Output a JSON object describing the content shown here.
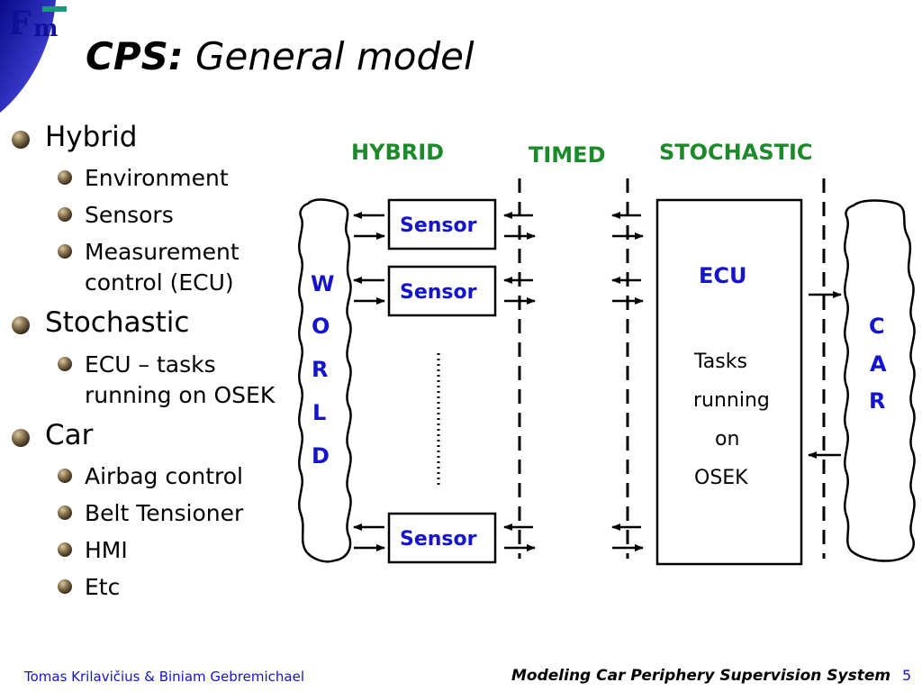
{
  "logo": {
    "text": "Fm"
  },
  "title": {
    "bold": "CPS:",
    "rest": "General model"
  },
  "bullets": [
    {
      "label": "Hybrid",
      "children": [
        "Environment",
        "Sensors",
        "Measurement",
        "control (ECU)"
      ]
    },
    {
      "label": "Stochastic",
      "children": [
        "ECU – tasks",
        "running on OSEK"
      ]
    },
    {
      "label": "Car",
      "children": [
        "Airbag control",
        "Belt Tensioner",
        "HMI",
        "Etc"
      ]
    }
  ],
  "diagram": {
    "headers": {
      "hybrid": "HYBRID",
      "timed": "TIMED",
      "stochastic": "STOCHASTIC"
    },
    "world_letters": [
      "W",
      "O",
      "R",
      "L",
      "D"
    ],
    "car_letters": [
      "C",
      "A",
      "R"
    ],
    "sensor_label": "Sensor",
    "ecu": {
      "title": "ECU",
      "lines": [
        "Tasks",
        "running",
        "on",
        "OSEK"
      ]
    },
    "colors": {
      "green": "#1c8a2a",
      "blue": "#1414cc"
    }
  },
  "footer": {
    "authors": "Tomas Krilavičius & Biniam Gebremichael",
    "title": "Modeling Car Periphery Supervision System",
    "page": "5"
  }
}
